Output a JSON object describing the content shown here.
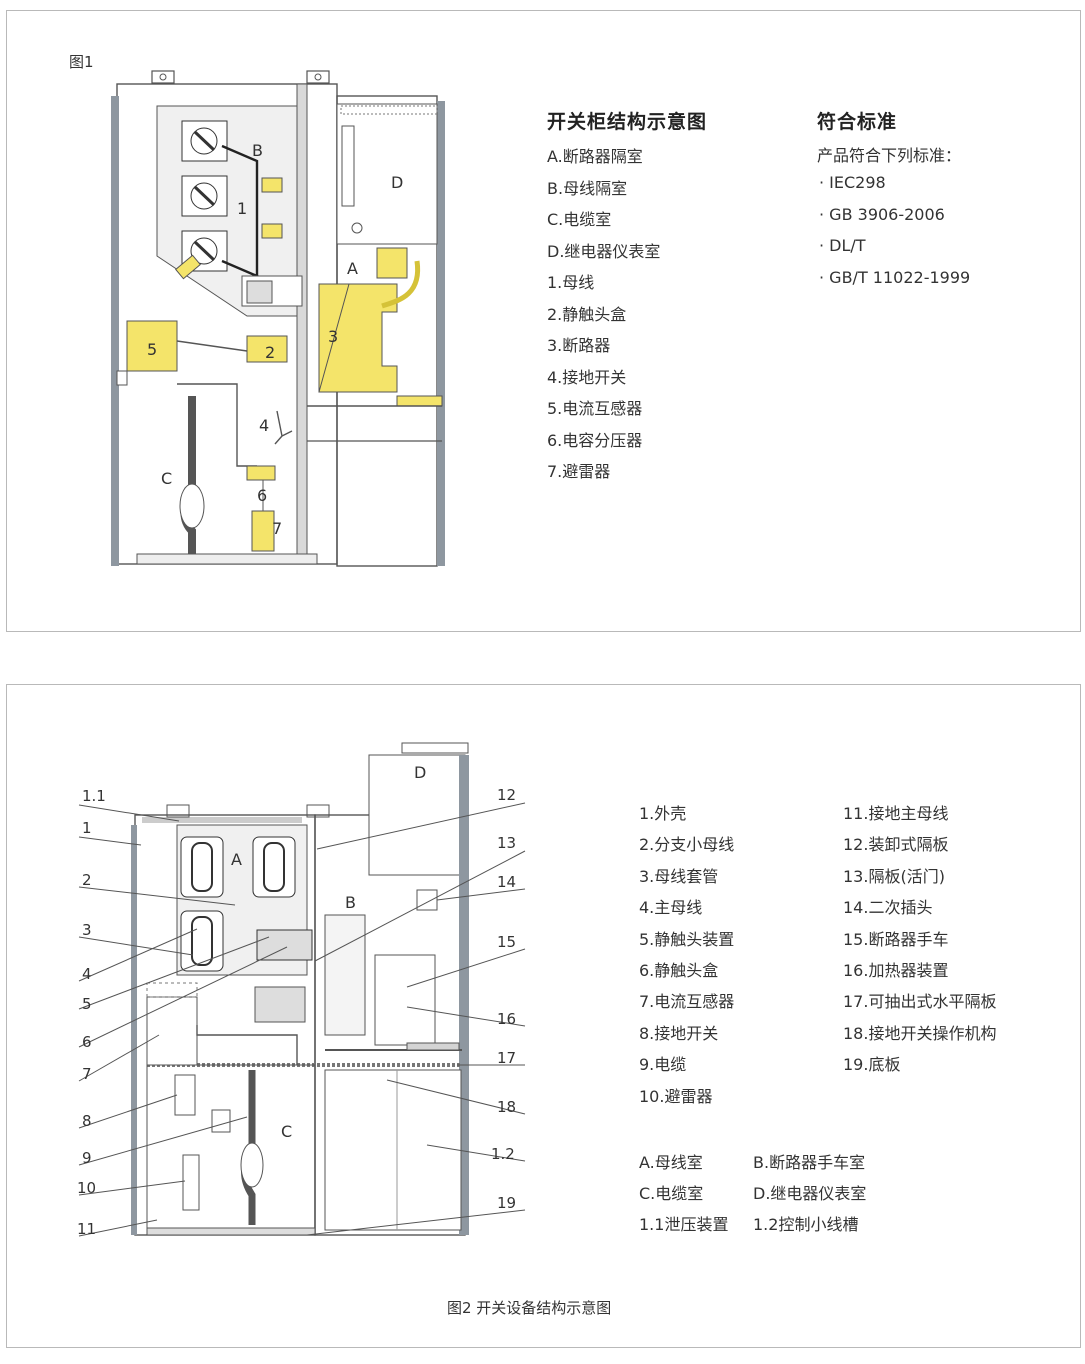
{
  "fig1": {
    "figure_label": "图1",
    "diagram_labels": {
      "B": "B",
      "D": "D",
      "A": "A",
      "C": "C",
      "n1": "1",
      "n2": "2",
      "n3": "3",
      "n4": "4",
      "n5": "5",
      "n6": "6",
      "n7": "7"
    },
    "legend_title": "开关柜结构示意图",
    "legend_items": [
      "A.断路器隔室",
      "B.母线隔室",
      "C.电缆室",
      "D.继电器仪表室",
      "1.母线",
      "2.静触头盒",
      "3.断路器",
      "4.接地开关",
      "5.电流互感器",
      "6.电容分压器",
      "7.避雷器"
    ],
    "standards_title": "符合标准",
    "standards_intro": "产品符合下列标准：",
    "standards": [
      "IEC298",
      "GB 3906-2006",
      "DL/T",
      "GB/T 11022-1999"
    ]
  },
  "fig2": {
    "caption": "图2 开关设备结构示意图",
    "diagram_labels": {
      "A": "A",
      "B": "B",
      "C": "C",
      "D": "D"
    },
    "callouts_left": [
      "1.1",
      "1",
      "2",
      "3",
      "4",
      "5",
      "6",
      "7",
      "8",
      "9",
      "10",
      "11"
    ],
    "callouts_right": [
      "12",
      "13",
      "14",
      "15",
      "16",
      "17",
      "18",
      "1.2",
      "19"
    ],
    "parts_col1": [
      "1.外壳",
      "2.分支小母线",
      "3.母线套管",
      "4.主母线",
      "5.静触头装置",
      "6.静触头盒",
      "7.电流互感器",
      "8.接地开关",
      "9.电缆",
      "10.避雷器"
    ],
    "parts_col2": [
      "11.接地主母线",
      "12.装卸式隔板",
      "13.隔板(活门)",
      "14.二次插头",
      "15.断路器手车",
      "16.加热器装置",
      "17.可抽出式水平隔板",
      "18.接地开关操作机构",
      "19.底板"
    ],
    "rooms": [
      [
        "A.母线室",
        "B.断路器手车室"
      ],
      [
        "C.电缆室",
        "D.继电器仪表室"
      ],
      [
        "1.1泄压装置",
        "1.2控制小线槽"
      ]
    ]
  },
  "colors": {
    "highlight_yellow": "#f4e46a",
    "line": "#555555",
    "frame_gray": "#8e97a0"
  }
}
